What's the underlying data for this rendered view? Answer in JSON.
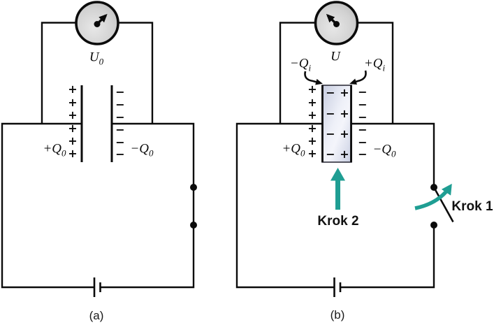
{
  "colors": {
    "line": "#0b0b0b",
    "accent_teal": "#1f9e93",
    "slab_border": "#30303c",
    "meter_face": "#cfcfcf"
  },
  "symbols": {
    "plus": "+",
    "minus": "−"
  },
  "panel_a": {
    "caption": "(a)",
    "meter_label": {
      "main": "U",
      "sub": "0"
    },
    "left_plate_label": {
      "sign": "+",
      "main": "Q",
      "sub": "0"
    },
    "right_plate_label": {
      "sign": "−",
      "main": "Q",
      "sub": "0"
    }
  },
  "panel_b": {
    "caption": "(b)",
    "meter_label": {
      "main": "U",
      "sub": ""
    },
    "left_plate_label": {
      "sign": "+",
      "main": "Q",
      "sub": "0"
    },
    "right_plate_label": {
      "sign": "−",
      "main": "Q",
      "sub": "0"
    },
    "induced_left_label": {
      "sign": "−",
      "main": "Q",
      "sub": "i"
    },
    "induced_right_label": {
      "sign": "+",
      "main": "Q",
      "sub": "i"
    },
    "step1_label": "Krok 1",
    "step2_label": "Krok 2"
  }
}
